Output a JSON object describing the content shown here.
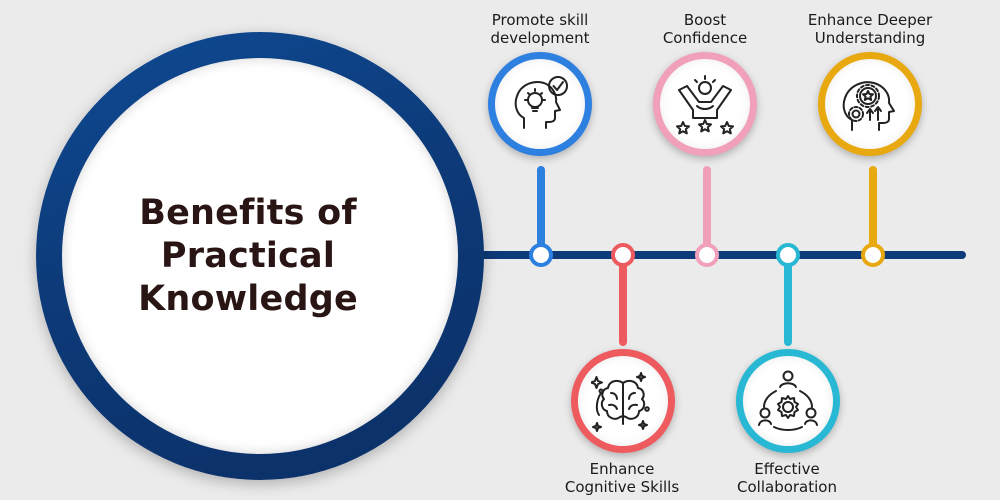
{
  "title": "Benefits of Practical Knowledge",
  "items": [
    {
      "label": "Promote skill\ndevelopment",
      "color": "#2d7fe0",
      "icon": "idea-head-check-icon",
      "position": "top"
    },
    {
      "label": "Enhance\nCognitive Skills",
      "color": "#ee5b5f",
      "icon": "brain-sparkle-icon",
      "position": "bottom"
    },
    {
      "label": "Boost\nConfidence",
      "color": "#f0a1b9",
      "icon": "celebrating-person-stars-icon",
      "position": "top"
    },
    {
      "label": "Effective\nCollaboration",
      "color": "#29b8d4",
      "icon": "team-gear-icon",
      "position": "bottom"
    },
    {
      "label": "Enhance Deeper\nUnderstanding",
      "color": "#e8a80f",
      "icon": "head-gears-arrows-icon",
      "position": "top"
    }
  ],
  "colors": {
    "main_ring": "#0d3a78",
    "timeline": "#0d3a78",
    "text": "#2a1515"
  }
}
